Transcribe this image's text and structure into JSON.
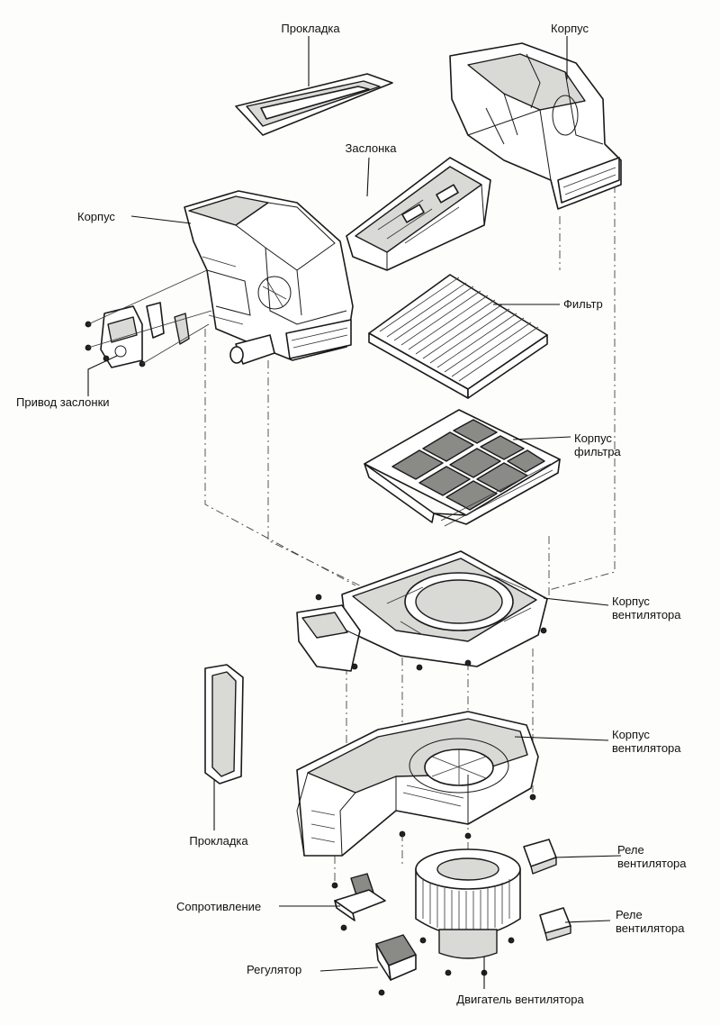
{
  "labels": {
    "gasket_top": "Прокладка",
    "housing_top_right": "Корпус",
    "flap": "Заслонка",
    "housing_left": "Корпус",
    "filter": "Фильтр",
    "flap_actuator": "Привод заслонки",
    "filter_housing_line1": "Корпус",
    "filter_housing_line2": "фильтра",
    "fan_housing_upper_line1": "Корпус",
    "fan_housing_upper_line2": "вентилятора",
    "fan_housing_lower_line1": "Корпус",
    "fan_housing_lower_line2": "вентилятора",
    "gasket_bottom": "Прокладка",
    "fan_relay_1_line1": "Реле",
    "fan_relay_1_line2": "вентилятора",
    "resistor": "Сопротивление",
    "fan_relay_2_line1": "Реле",
    "fan_relay_2_line2": "вентилятора",
    "regulator": "Регулятор",
    "fan_motor": "Двигатель вентилятора"
  }
}
